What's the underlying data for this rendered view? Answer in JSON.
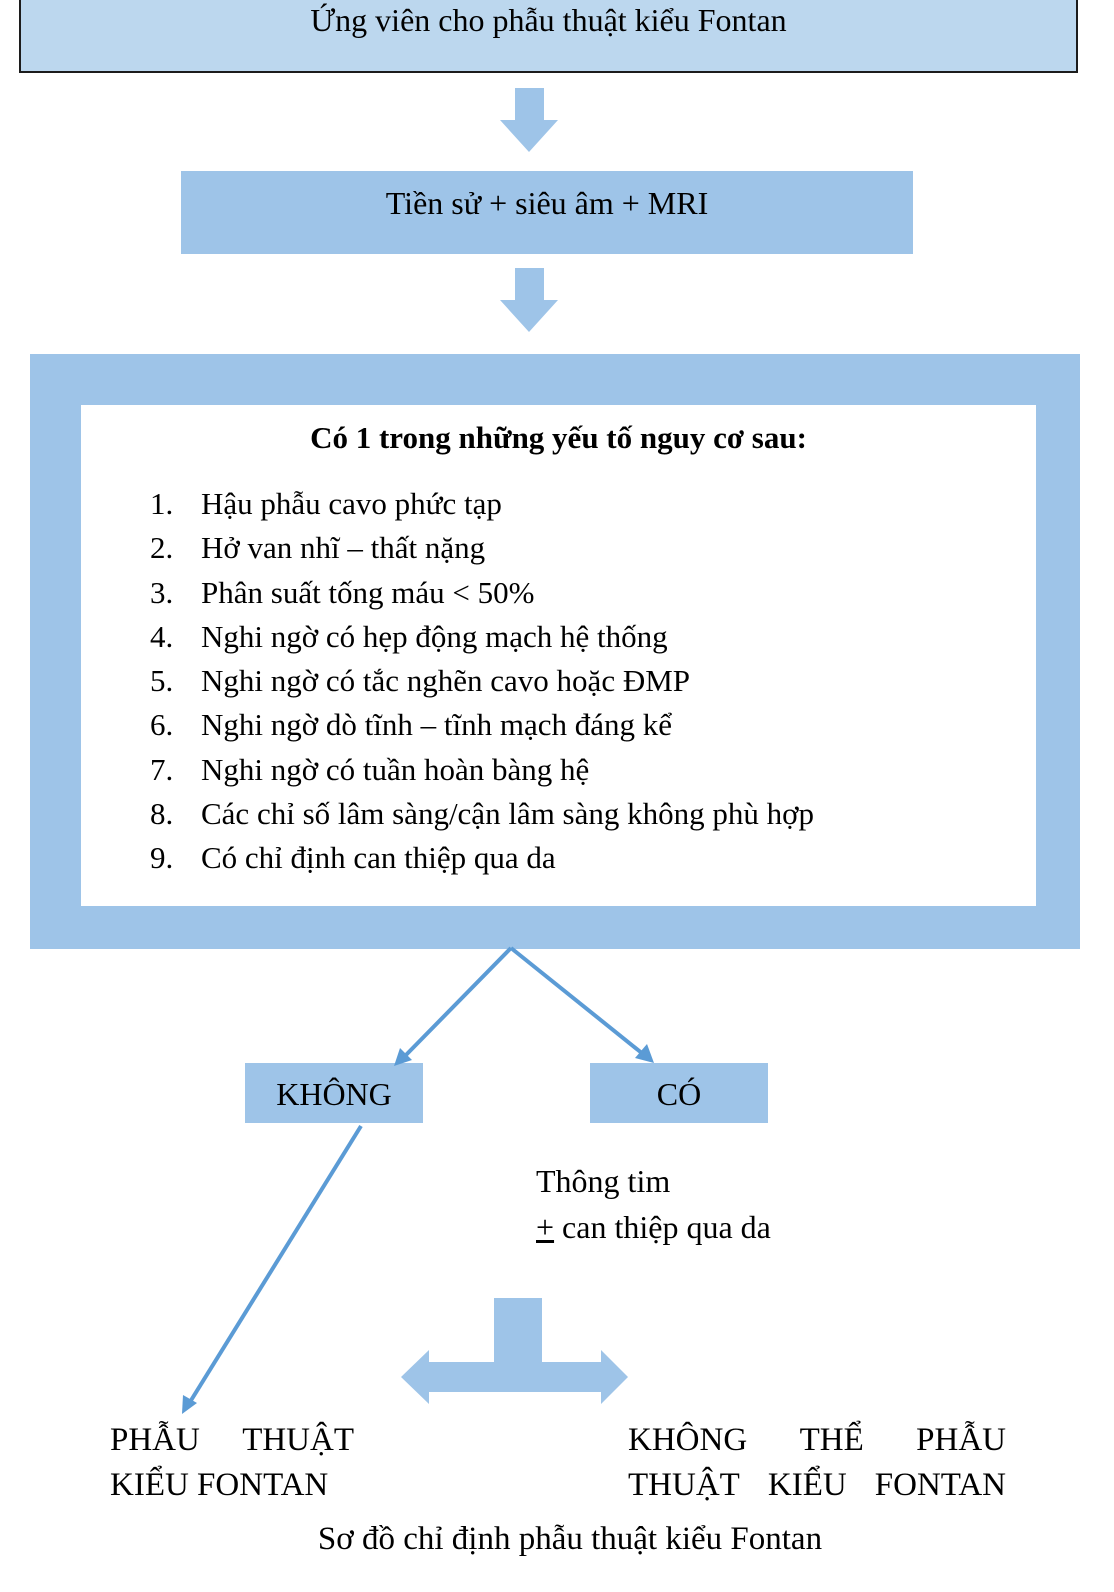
{
  "candidate_box": {
    "label": "Ứng viên cho phẫu thuật kiểu Fontan"
  },
  "history_box": {
    "label": "Tiền sử + siêu âm + MRI"
  },
  "risk_box": {
    "title": "Có 1 trong những yếu tố nguy cơ sau:",
    "items": [
      {
        "num": "1.",
        "text": "Hậu phẫu cavo phức tạp"
      },
      {
        "num": "2.",
        "text": "Hở van nhĩ – thất nặng"
      },
      {
        "num": "3.",
        "text": "Phân suất tống máu < 50%"
      },
      {
        "num": "4.",
        "text": "Nghi ngờ có hẹp động mạch hệ thống"
      },
      {
        "num": "5.",
        "text": "Nghi ngờ có tắc nghẽn cavo hoặc ĐMP"
      },
      {
        "num": "6.",
        "text": "Nghi ngờ dò tĩnh – tĩnh mạch đáng kể"
      },
      {
        "num": "7.",
        "text": "Nghi ngờ có tuần hoàn bàng hệ"
      },
      {
        "num": "8.",
        "text": "Các chỉ số lâm sàng/cận lâm sàng không phù hợp"
      },
      {
        "num": "9.",
        "text": "Có chỉ định can thiệp qua da"
      }
    ]
  },
  "branches": {
    "no": "KHÔNG",
    "yes": "CÓ"
  },
  "yes_note": {
    "line1": "Thông tim",
    "plus_minus": "+",
    "line2": " can thiệp qua da"
  },
  "outcomes": {
    "fontan": {
      "line1": [
        "PHẪU",
        "THUẬT"
      ],
      "line2": "KIỂU FONTAN"
    },
    "no_fontan": {
      "line1": [
        "KHÔNG",
        "THỂ",
        "PHẪU"
      ],
      "line2": [
        "THUẬT",
        "KIỂU",
        "FONTAN"
      ]
    }
  },
  "caption": "Sơ đồ chỉ định phẫu thuật kiểu Fontan",
  "colors": {
    "light_box": "#bcd7ee",
    "box_fill": "#9ec4e8",
    "arrow_block": "#9ec4e8",
    "arrow_line": "#5b9bd5"
  }
}
